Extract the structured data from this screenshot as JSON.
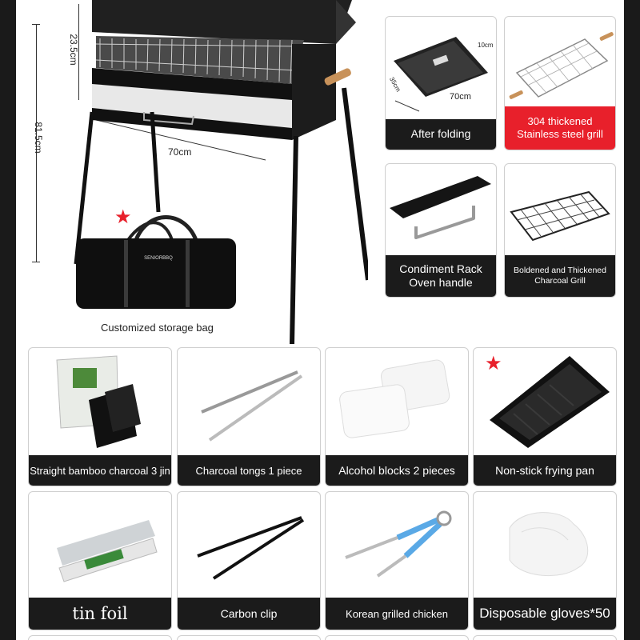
{
  "hero": {
    "dim_height_grill": "23.5cm",
    "dim_height_total": "81.5cm",
    "dim_width": "70cm",
    "bag_brand": "SENIORBBQ",
    "bag_caption": "Customized storage bag"
  },
  "features": [
    {
      "caption_lines": [
        "After folding"
      ],
      "dims": [
        "10cm",
        "35cm",
        "70cm"
      ]
    },
    {
      "caption_lines": [
        "304 thickened",
        "Stainless steel grill"
      ]
    },
    {
      "caption_lines": [
        "Condiment Rack",
        "Oven handle"
      ]
    },
    {
      "caption_lines": [
        "Boldened and Thickened",
        "Charcoal Grill"
      ]
    }
  ],
  "accessories_row1": [
    {
      "label": "Straight bamboo charcoal 3 jin"
    },
    {
      "label": "Charcoal tongs 1 piece"
    },
    {
      "label": "Alcohol blocks 2 pieces"
    },
    {
      "label": "Non-stick frying pan"
    }
  ],
  "accessories_row2": [
    {
      "label": "tin foil"
    },
    {
      "label": "Carbon clip"
    },
    {
      "label": "Korean grilled chicken"
    },
    {
      "label": "Disposable gloves*50"
    }
  ],
  "colors": {
    "accent_red": "#e8202b",
    "caption_bg": "#1b1b1b",
    "frame": "#1a1a1a"
  },
  "icons": [
    "star-icon"
  ]
}
